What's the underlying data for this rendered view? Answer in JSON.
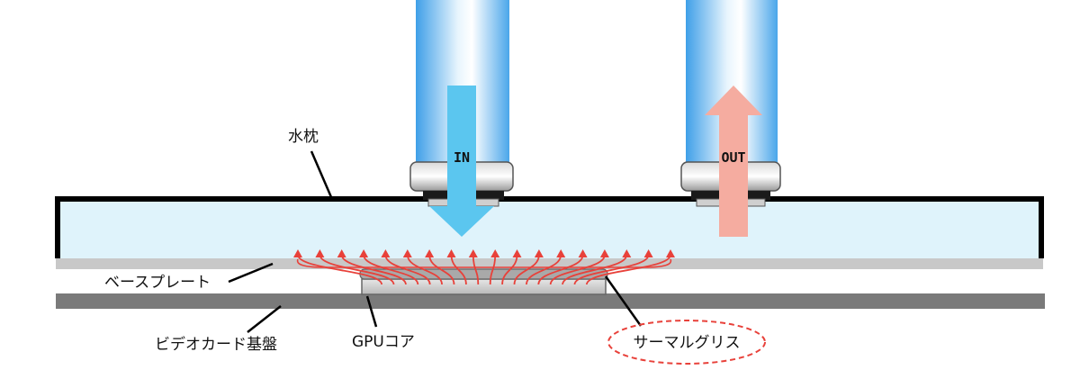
{
  "labels": {
    "water_block": "水枕",
    "base_plate": "ベースプレート",
    "pcb": "ビデオカード基盤",
    "gpu_core": "GPUコア",
    "thermal_grease": "サーマルグリス",
    "inlet": "IN",
    "outlet": "OUT"
  },
  "colors": {
    "inlet_arrow": "#5bc6ef",
    "outlet_arrow": "#f5aca0",
    "coolant": "#dff3fb",
    "base_plate": "#c8c8c8",
    "pcb": "#7a7a7a",
    "heat_lines": "#e8413a",
    "grease_outline": "#e8413a"
  }
}
